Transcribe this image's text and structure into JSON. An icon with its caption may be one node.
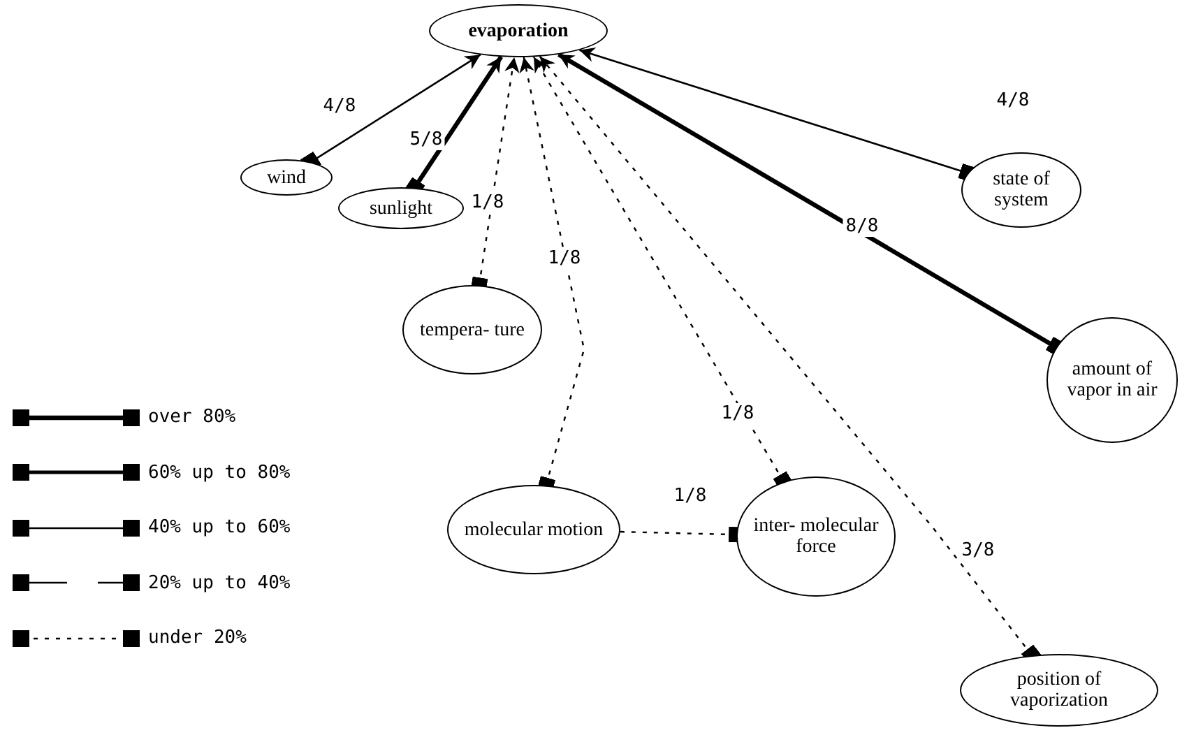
{
  "diagram": {
    "nodes": [
      {
        "text": [
          "evaporation"
        ]
      },
      {
        "text": [
          "wind"
        ]
      },
      {
        "text": [
          "sunlight"
        ]
      },
      {
        "text": [
          "state of system"
        ]
      },
      {
        "text": [
          "tempera- ture"
        ]
      },
      {
        "text": [
          "amount of vapor in air"
        ]
      },
      {
        "text": [
          "molecular motion"
        ]
      },
      {
        "text": [
          "inter- molecular force"
        ]
      },
      {
        "text": [
          "position of vaporization"
        ]
      }
    ],
    "edges": [
      {
        "from": 1,
        "to": 0,
        "arrow": "to",
        "label": "4/8"
      },
      {
        "from": 2,
        "to": 0,
        "arrow": "to",
        "label": "5/8",
        "style": "thick"
      },
      {
        "from": 3,
        "to": 0,
        "arrow": "to",
        "label": "4/8"
      },
      {
        "from": 4,
        "to": 0,
        "arrow": "to",
        "label": "1/8",
        "style": "dashed"
      },
      {
        "from": 6,
        "to": 0,
        "arrow": "to",
        "label": "1/8",
        "style": "dashed"
      },
      {
        "from": 7,
        "to": 0,
        "arrow": "to",
        "label": "1/8",
        "style": "dashed"
      },
      {
        "from": 5,
        "to": 0,
        "arrow": "to",
        "label": "8/8",
        "style": "thick"
      },
      {
        "from": 8,
        "to": 0,
        "arrow": "to",
        "label": "3/8",
        "style": "dashed"
      },
      {
        "from": 6,
        "to": 7,
        "arrow": "other",
        "label": "1/8",
        "style": "dashed"
      }
    ],
    "legend": [
      {
        "text": "over 80%"
      },
      {
        "text": "60% up to 80%"
      },
      {
        "text": "40% up to 60%"
      },
      {
        "text": "20% up to 40%"
      },
      {
        "text": "under 20%"
      }
    ]
  }
}
